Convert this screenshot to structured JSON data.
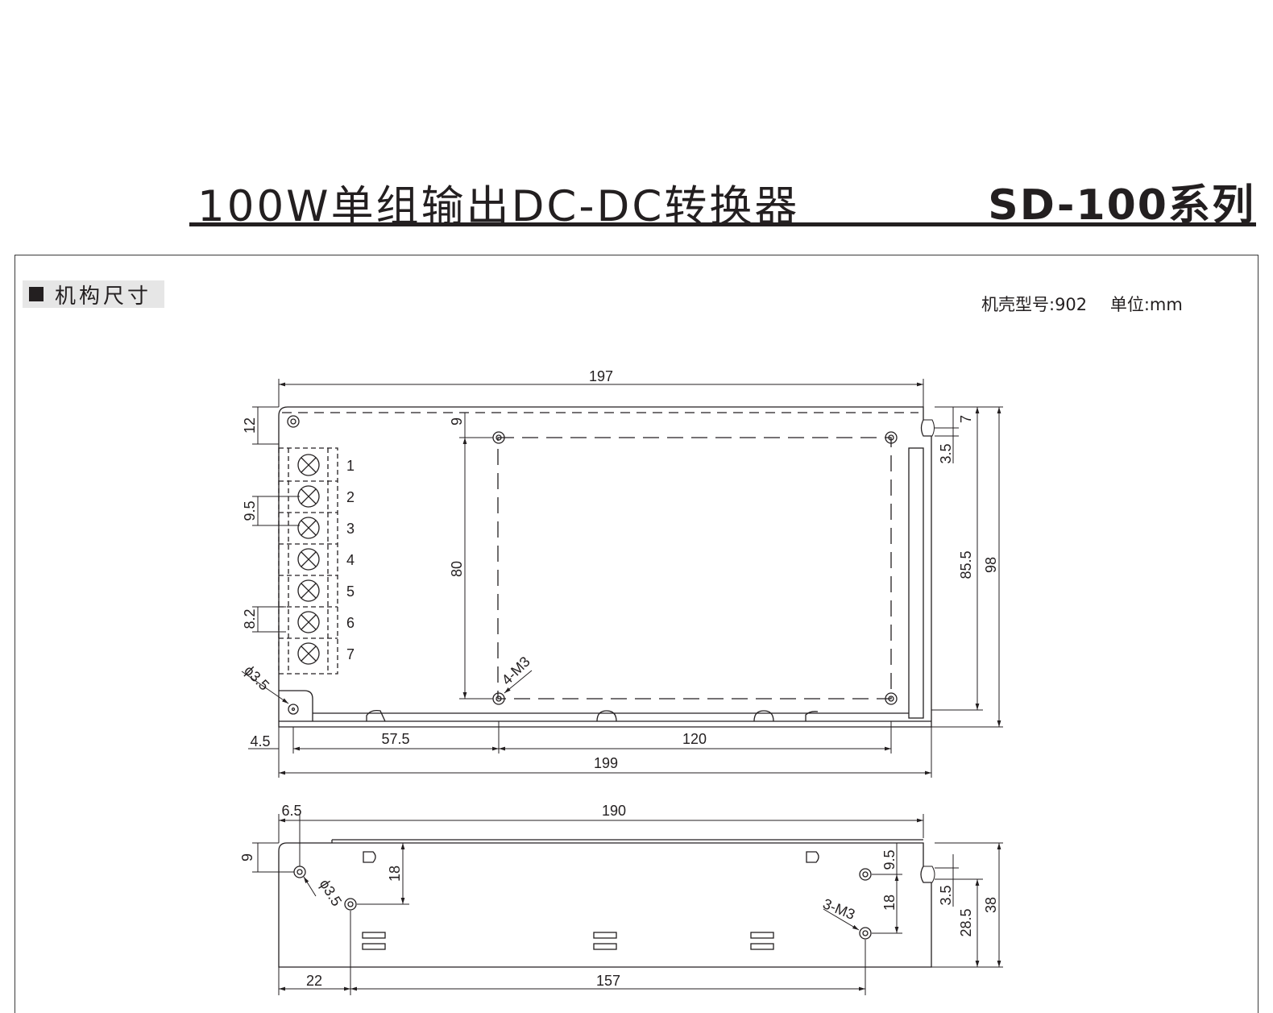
{
  "header": {
    "title": "100W单组输出DC-DC转换器",
    "series": "SD-100系列"
  },
  "section": {
    "title": "机构尺寸"
  },
  "info": {
    "case_model": "机壳型号:902",
    "unit": "单位:mm"
  },
  "top_view": {
    "dims": {
      "overall_width": "197",
      "top_hole_offset": "12",
      "mount_offset_top": "9",
      "tab_7": "7",
      "tab_3_5": "3.5",
      "terminal_pitch": "9.5",
      "mount_height": "80",
      "height_85_5": "85.5",
      "overall_height": "98",
      "terminal_width": "8.2",
      "hole_dia": "ϕ3.5",
      "thread": "4-M3",
      "left_4_5": "4.5",
      "span_57_5": "57.5",
      "span_120": "120",
      "base_199": "199"
    },
    "terminals": [
      "1",
      "2",
      "3",
      "4",
      "5",
      "6",
      "7"
    ]
  },
  "side_view": {
    "dims": {
      "left_6_5": "6.5",
      "width_190": "190",
      "height_9": "9",
      "hole_dia": "ϕ3.5",
      "depth_18": "18",
      "right_9_5": "9.5",
      "right_18": "18",
      "thread": "3-M3",
      "tab_3_5": "3.5",
      "height_28_5": "28.5",
      "height_38": "38",
      "left_22": "22",
      "span_157": "157"
    }
  },
  "colors": {
    "ink": "#231f20",
    "tag_bg": "#e6e6e6"
  }
}
